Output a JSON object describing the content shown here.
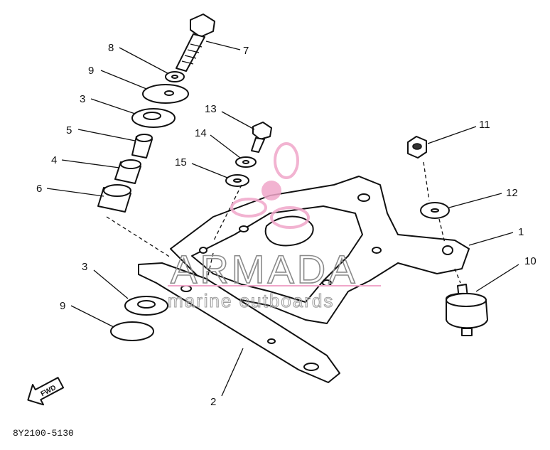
{
  "diagram": {
    "callouts": {
      "c1": "1",
      "c2": "2",
      "c3a": "3",
      "c3b": "3",
      "c4": "4",
      "c5": "5",
      "c6": "6",
      "c7": "7",
      "c8": "8",
      "c9a": "9",
      "c9b": "9",
      "c10": "10",
      "c11": "11",
      "c12": "12",
      "c13": "13",
      "c14": "14",
      "c15": "15"
    },
    "fwd_label": "FWD",
    "part_code": "8Y2100-5130"
  },
  "watermark": {
    "title": "ARMADA",
    "subtitle": "marine outboards",
    "color_pink": "#f0a6c9",
    "color_gray": "#8a8a8a"
  }
}
